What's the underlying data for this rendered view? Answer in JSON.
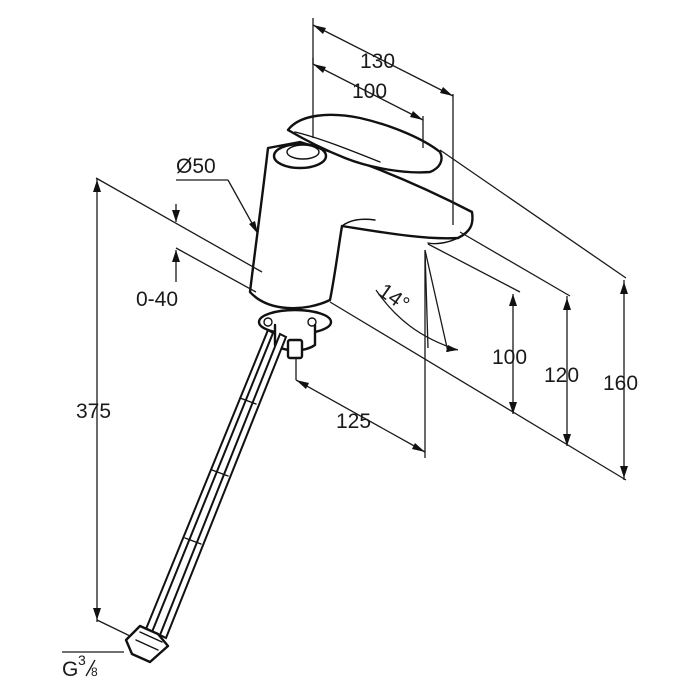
{
  "dimensions": {
    "overall_width": "130",
    "spout_reach_from_lever": "100",
    "body_diameter": "Ø50",
    "lever_adjust": "0-40",
    "hose_length": "375",
    "spout_projection": "125",
    "spout_angle": "14°",
    "height_outlet": "100",
    "height_spout_top": "120",
    "height_overall": "160",
    "connection_thread_base": "G",
    "connection_thread_num": "3",
    "connection_thread_den": "8"
  },
  "colors": {
    "line": "#111111",
    "background": "#ffffff"
  }
}
